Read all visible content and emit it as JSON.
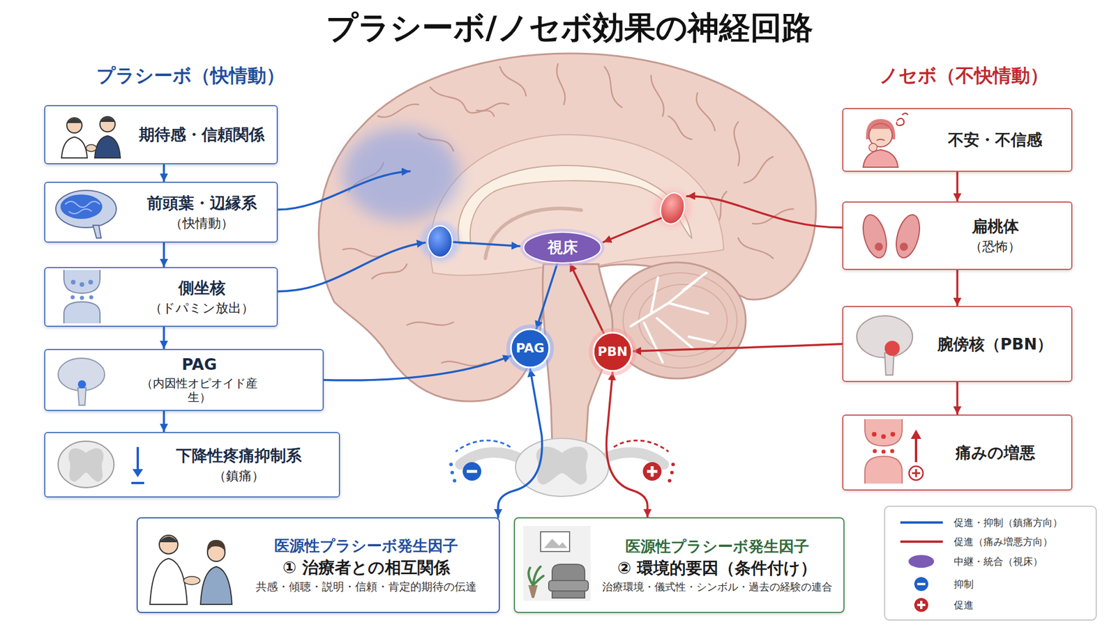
{
  "diagram": {
    "title": "プラシーボ/ノセボ効果の神経回路",
    "nodes": [
      {
        "text": [
          "期待感・信頼関係"
        ]
      },
      {
        "text": [
          "前頭葉・辺縁系",
          "（快情動）"
        ]
      },
      {
        "text": [
          "側坐核",
          "（ドパミン放出）"
        ]
      },
      {
        "text": [
          "PAG",
          "（内因性オピオイド産生）"
        ]
      },
      {
        "text": [
          "下降性疼痛抑制系",
          "（鎮痛）"
        ]
      },
      {
        "text": [
          "不安・不信感"
        ]
      },
      {
        "text": [
          "扁桃体",
          "（恐怖）"
        ]
      },
      {
        "text": [
          "腕傍核（PBN）"
        ]
      },
      {
        "text": [
          "痛みの増悪"
        ]
      },
      {
        "text": [
          "視床"
        ]
      },
      {
        "text": [
          "PAG"
        ]
      },
      {
        "text": [
          "PBN"
        ]
      },
      {
        "text": [
          "医源性プラシーボ発生因子",
          "① 治療者との相互関係",
          "共感・傾聴・説明・信頼・肯定的期待の伝達"
        ]
      },
      {
        "text": [
          "医源性プラシーボ発生因子",
          "② 環境的要因（条件付け）",
          "治療環境・儀式性・シンボル・過去の経験の連合"
        ]
      }
    ],
    "edges": [
      {
        "from": 0,
        "to": 1,
        "arrow": "to"
      },
      {
        "from": 1,
        "to": 2,
        "arrow": "to"
      },
      {
        "from": 2,
        "to": 3,
        "arrow": "to"
      },
      {
        "from": 3,
        "to": 4,
        "arrow": "to"
      },
      {
        "from": 5,
        "to": 6,
        "arrow": "to"
      },
      {
        "from": 6,
        "to": 7,
        "arrow": "to"
      },
      {
        "from": 7,
        "to": 8,
        "arrow": "to"
      },
      {
        "from": 9,
        "to": 10,
        "arrow": "to"
      },
      {
        "from": 3,
        "to": 10,
        "arrow": "to"
      },
      {
        "from": 11,
        "to": 9,
        "arrow": "to"
      },
      {
        "from": 7,
        "to": 11,
        "arrow": "to"
      },
      {
        "from": 10,
        "to": 12,
        "arrow": "both"
      },
      {
        "from": 11,
        "to": 13,
        "arrow": "both"
      }
    ],
    "labels": [
      "プラシーボ（快情動）",
      "ノセボ（不快情動）"
    ],
    "legend": [
      {
        "text": "促進・抑制（鎮痛方向）"
      },
      {
        "text": "促進（痛み増悪方向）"
      },
      {
        "text": "中継・統合（視床）"
      },
      {
        "text": "抑制"
      },
      {
        "text": "促進"
      }
    ]
  }
}
